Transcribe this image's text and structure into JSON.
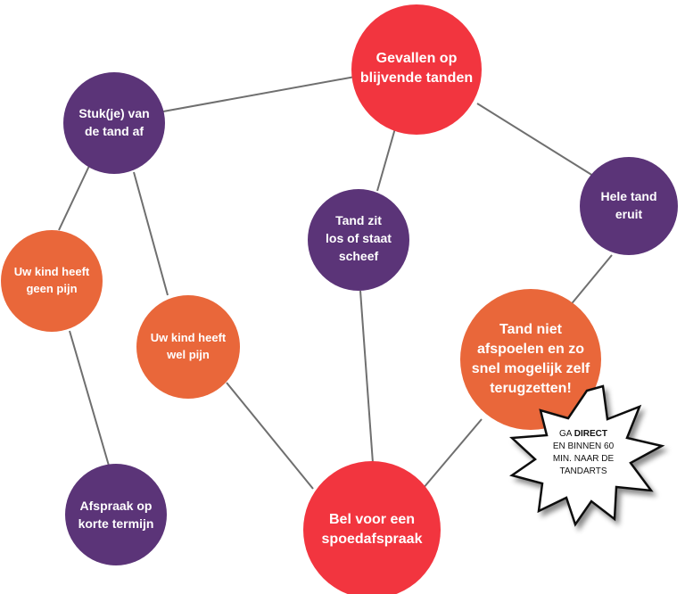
{
  "colors": {
    "red": "#f2353f",
    "purple": "#5b3478",
    "orange": "#e9673a",
    "edge": "#6f6f6f"
  },
  "nodes": {
    "gevallen": [
      "Gevallen op",
      "blijvende tanden"
    ],
    "stukje": [
      "Stuk(je) van",
      "de tand af"
    ],
    "hele_tand": [
      "Hele tand",
      "eruit"
    ],
    "los": [
      "Tand zit",
      "los of staat",
      "scheef"
    ],
    "geen_pijn": [
      "Uw kind heeft",
      "geen pijn"
    ],
    "wel_pijn": [
      "Uw kind heeft",
      "wel pijn"
    ],
    "afspoelen": [
      "Tand niet",
      "afspoelen en zo",
      "snel mogelijk zelf",
      "terugzetten!"
    ],
    "afspraak": [
      "Afspraak op",
      "korte termijn"
    ],
    "bel": [
      "Bel voor een",
      "spoedafspraak"
    ]
  },
  "callout": {
    "line1_prefix": "GA ",
    "line1_emphasis": "DIRECT",
    "line2": "EN BINNEN 60",
    "line3": "MIN. NAAR DE",
    "line4": "TANDARTS"
  }
}
